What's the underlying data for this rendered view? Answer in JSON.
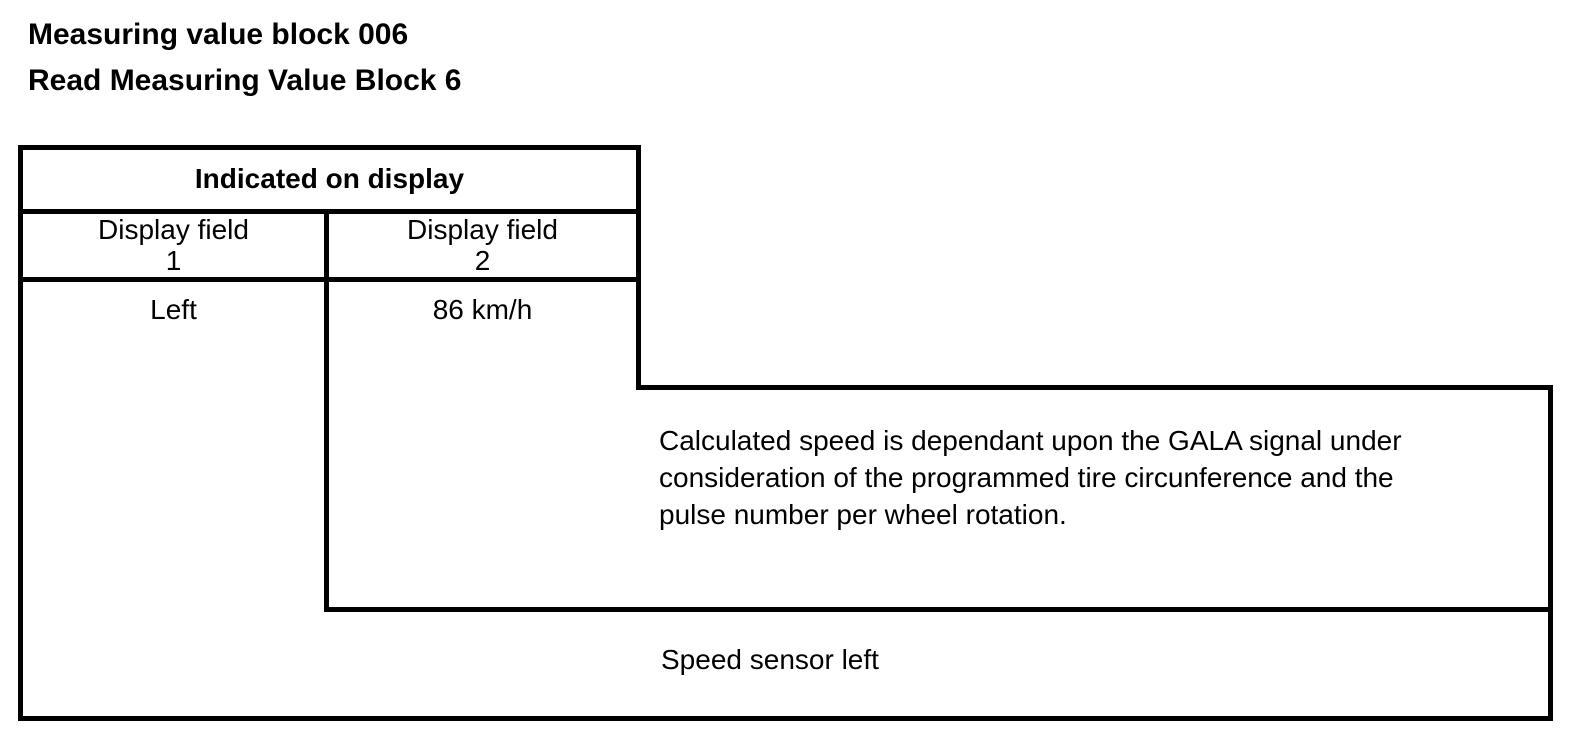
{
  "page": {
    "title": "Measuring value block 006",
    "subtitle": "Read Measuring Value Block 6"
  },
  "table": {
    "header": "Indicated on display",
    "columns": [
      {
        "label": "Display field",
        "number": "1",
        "value": "Left"
      },
      {
        "label": "Display field",
        "number": "2",
        "value": "86 km/h"
      }
    ]
  },
  "annotations": {
    "field2": "Calculated speed is dependant upon the GALA signal under\nconsideration of the programmed tire circunference and the\npulse number per wheel rotation.",
    "field1": "Speed sensor left"
  },
  "colors": {
    "line": "#000000",
    "text": "#000000",
    "background": "#ffffff"
  }
}
